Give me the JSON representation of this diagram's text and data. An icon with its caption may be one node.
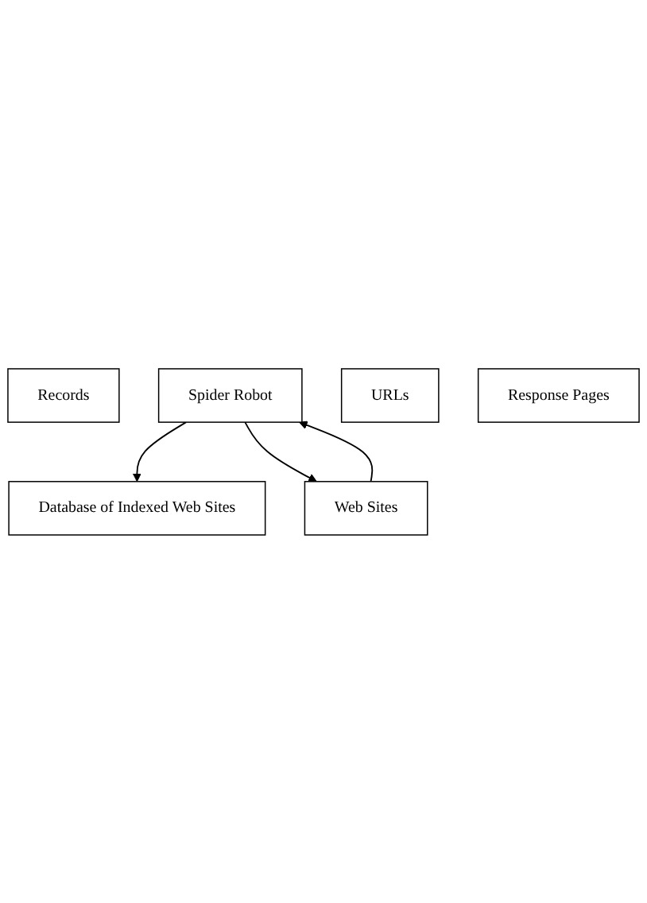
{
  "diagram": {
    "nodes": [
      {
        "text": [
          "Database of Indexed Web Sites"
        ]
      },
      {
        "text": [
          "Records"
        ]
      },
      {
        "text": [
          "Spider Robot"
        ]
      },
      {
        "text": [
          "URLs"
        ]
      },
      {
        "text": [
          "Response Pages"
        ]
      },
      {
        "text": [
          "Web Sites"
        ]
      }
    ],
    "edges": [
      {
        "from": 2,
        "to": 0,
        "arrow": "to"
      },
      {
        "from": 2,
        "to": 5,
        "arrow": "to"
      },
      {
        "from": 5,
        "to": 2,
        "arrow": "to"
      }
    ]
  }
}
